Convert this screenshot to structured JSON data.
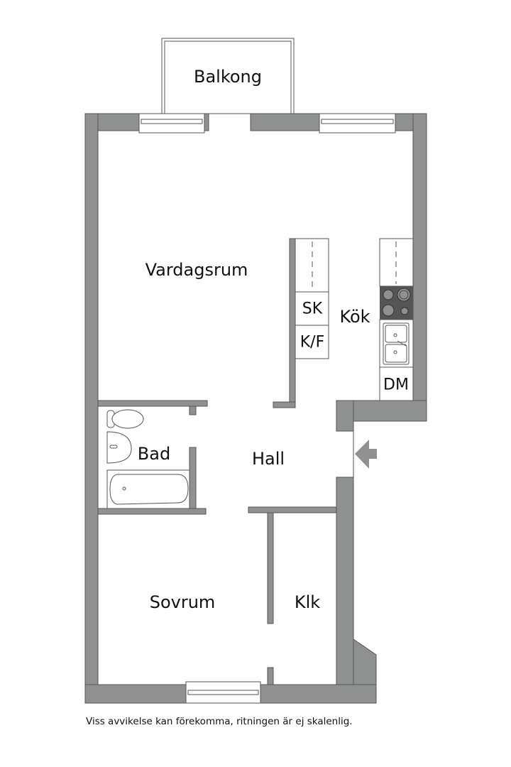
{
  "colors": {
    "wall": "#8f9191",
    "wall_stroke": "#555555",
    "stove": "#555555",
    "background": "#ffffff"
  },
  "rooms": {
    "balkong": "Balkong",
    "vardagsrum": "Vardagsrum",
    "kok": "Kök",
    "bad": "Bad",
    "hall": "Hall",
    "sovrum": "Sovrum",
    "klk": "Klk"
  },
  "appliances": {
    "sk": "SK",
    "kf": "K/F",
    "dm": "DM"
  },
  "entrance_arrow": "entrance-arrow",
  "footnote": "Viss avvikelse kan förekomma, ritningen är ej skalenlig."
}
